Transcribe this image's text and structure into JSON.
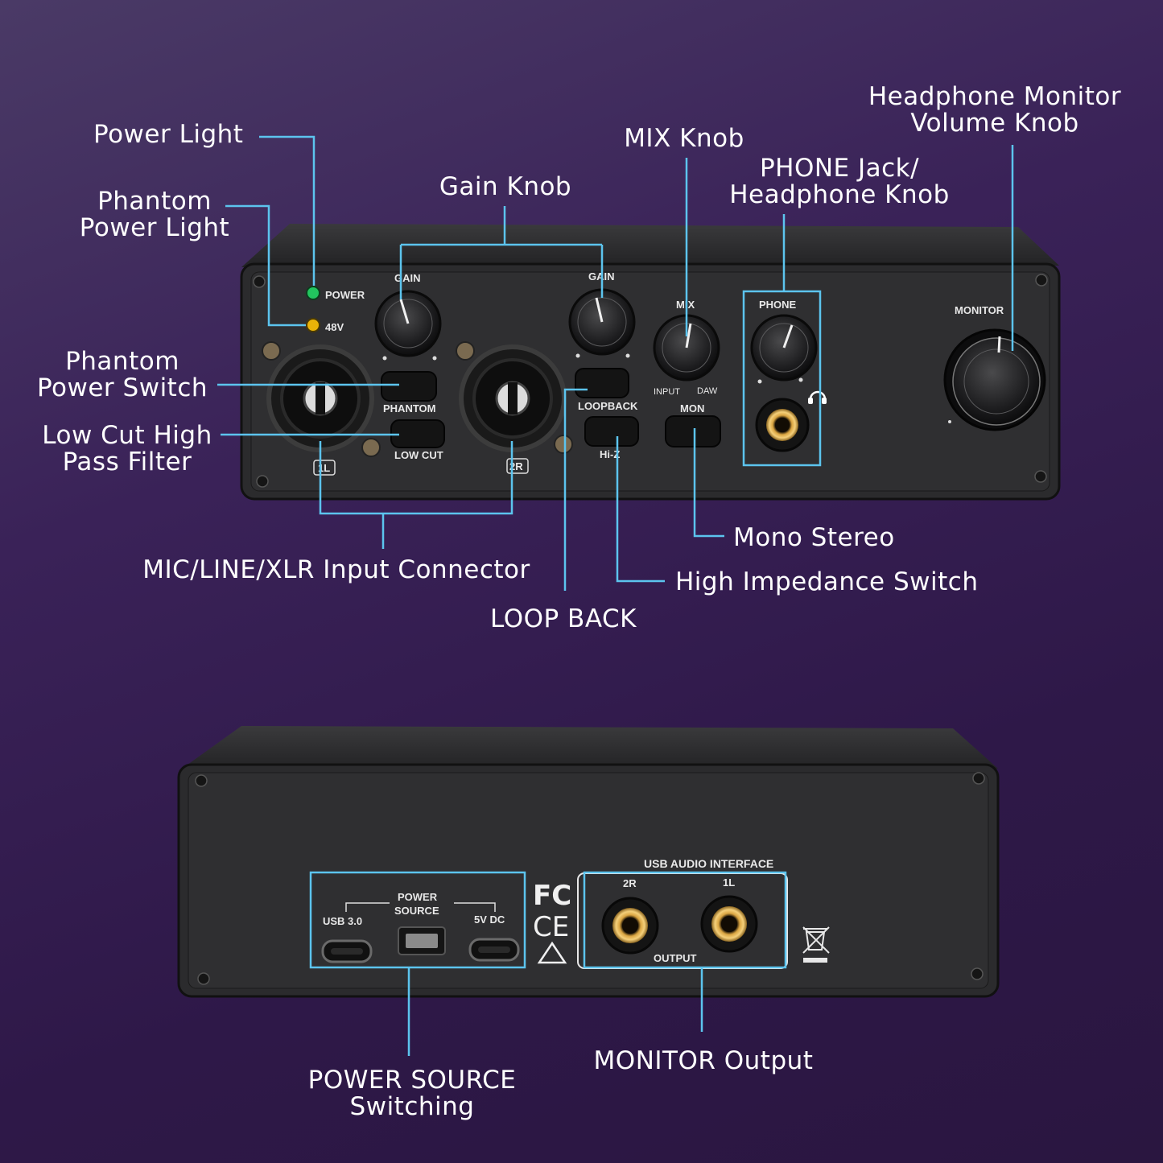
{
  "callouts": {
    "power_light": "Power Light",
    "phantom_power_light": [
      "Phantom",
      "Power Light"
    ],
    "gain_knob": "Gain Knob",
    "mix_knob": "MIX Knob",
    "headphone_monitor_volume_knob": [
      "Headphone Monitor",
      "Volume Knob"
    ],
    "phone_jack_headphone_knob": [
      "PHONE Jack/",
      "Headphone Knob"
    ],
    "phantom_power_switch": [
      "Phantom",
      "Power Switch"
    ],
    "low_cut_high_pass_filter": [
      "Low Cut High",
      "Pass Filter"
    ],
    "mic_line_xlr_input_connector": "MIC/LINE/XLR Input Connector",
    "loop_back": "LOOP BACK",
    "mono_stereo": "Mono Stereo",
    "high_impedance_switch": "High Impedance Switch",
    "power_source_switching": [
      "POWER SOURCE",
      "Switching"
    ],
    "monitor_output": "MONITOR Output"
  },
  "front_panel": {
    "power": "POWER",
    "v48": "48V",
    "gain": "GAIN",
    "phantom": "PHANTOM",
    "low_cut": "LOW CUT",
    "loopback": "LOOPBACK",
    "hiz": "Hi-Z",
    "mix": "MIX",
    "input": "INPUT",
    "daw": "DAW",
    "mon": "MON",
    "phone": "PHONE",
    "monitor": "MONITOR",
    "ch1": "1L",
    "ch2": "2R"
  },
  "rear_panel": {
    "power_source": [
      "POWER",
      "SOURCE"
    ],
    "usb30": "USB 3.0",
    "dc5v": "5V DC",
    "usb_audio_interface": "USB AUDIO INTERFACE",
    "out_2r": "2R",
    "out_1l": "1L",
    "output": "OUTPUT",
    "fc_mark": "FC",
    "ce_mark": "CE"
  },
  "colors": {
    "accent": "#5cc4ee",
    "power_led": "#22c55e",
    "phantom_led": "#eab308",
    "device_body": "#2b2b2d"
  }
}
